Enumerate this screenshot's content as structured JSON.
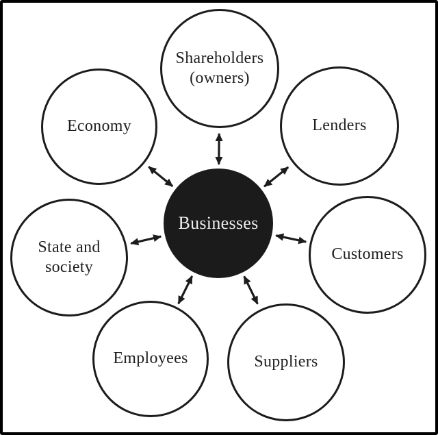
{
  "diagram": {
    "center": {
      "id": "businesses",
      "lines": [
        "Businesses"
      ]
    },
    "nodes": [
      {
        "id": "shareholders",
        "lines": [
          "Shareholders",
          "(owners)"
        ]
      },
      {
        "id": "lenders",
        "lines": [
          "Lenders"
        ]
      },
      {
        "id": "customers",
        "lines": [
          "Customers"
        ]
      },
      {
        "id": "suppliers",
        "lines": [
          "Suppliers"
        ]
      },
      {
        "id": "employees",
        "lines": [
          "Employees"
        ]
      },
      {
        "id": "state_society",
        "lines": [
          "State and",
          "society"
        ]
      },
      {
        "id": "economy",
        "lines": [
          "Economy"
        ]
      }
    ],
    "connections": [
      {
        "from": "businesses",
        "to": "shareholders",
        "style": "double-arrow"
      },
      {
        "from": "businesses",
        "to": "lenders",
        "style": "double-arrow"
      },
      {
        "from": "businesses",
        "to": "customers",
        "style": "double-arrow"
      },
      {
        "from": "businesses",
        "to": "suppliers",
        "style": "double-arrow"
      },
      {
        "from": "businesses",
        "to": "employees",
        "style": "double-arrow"
      },
      {
        "from": "businesses",
        "to": "state_society",
        "style": "double-arrow"
      },
      {
        "from": "businesses",
        "to": "economy",
        "style": "double-arrow"
      }
    ],
    "colors": {
      "background": "#ffffff",
      "frame": "#000000",
      "node_stroke": "#1c1c1c",
      "node_fill": "#ffffff",
      "center_fill": "#1b1b1b",
      "center_text": "#ededed",
      "label_text": "#1f1f1f",
      "arrow": "#1c1c1c"
    }
  }
}
